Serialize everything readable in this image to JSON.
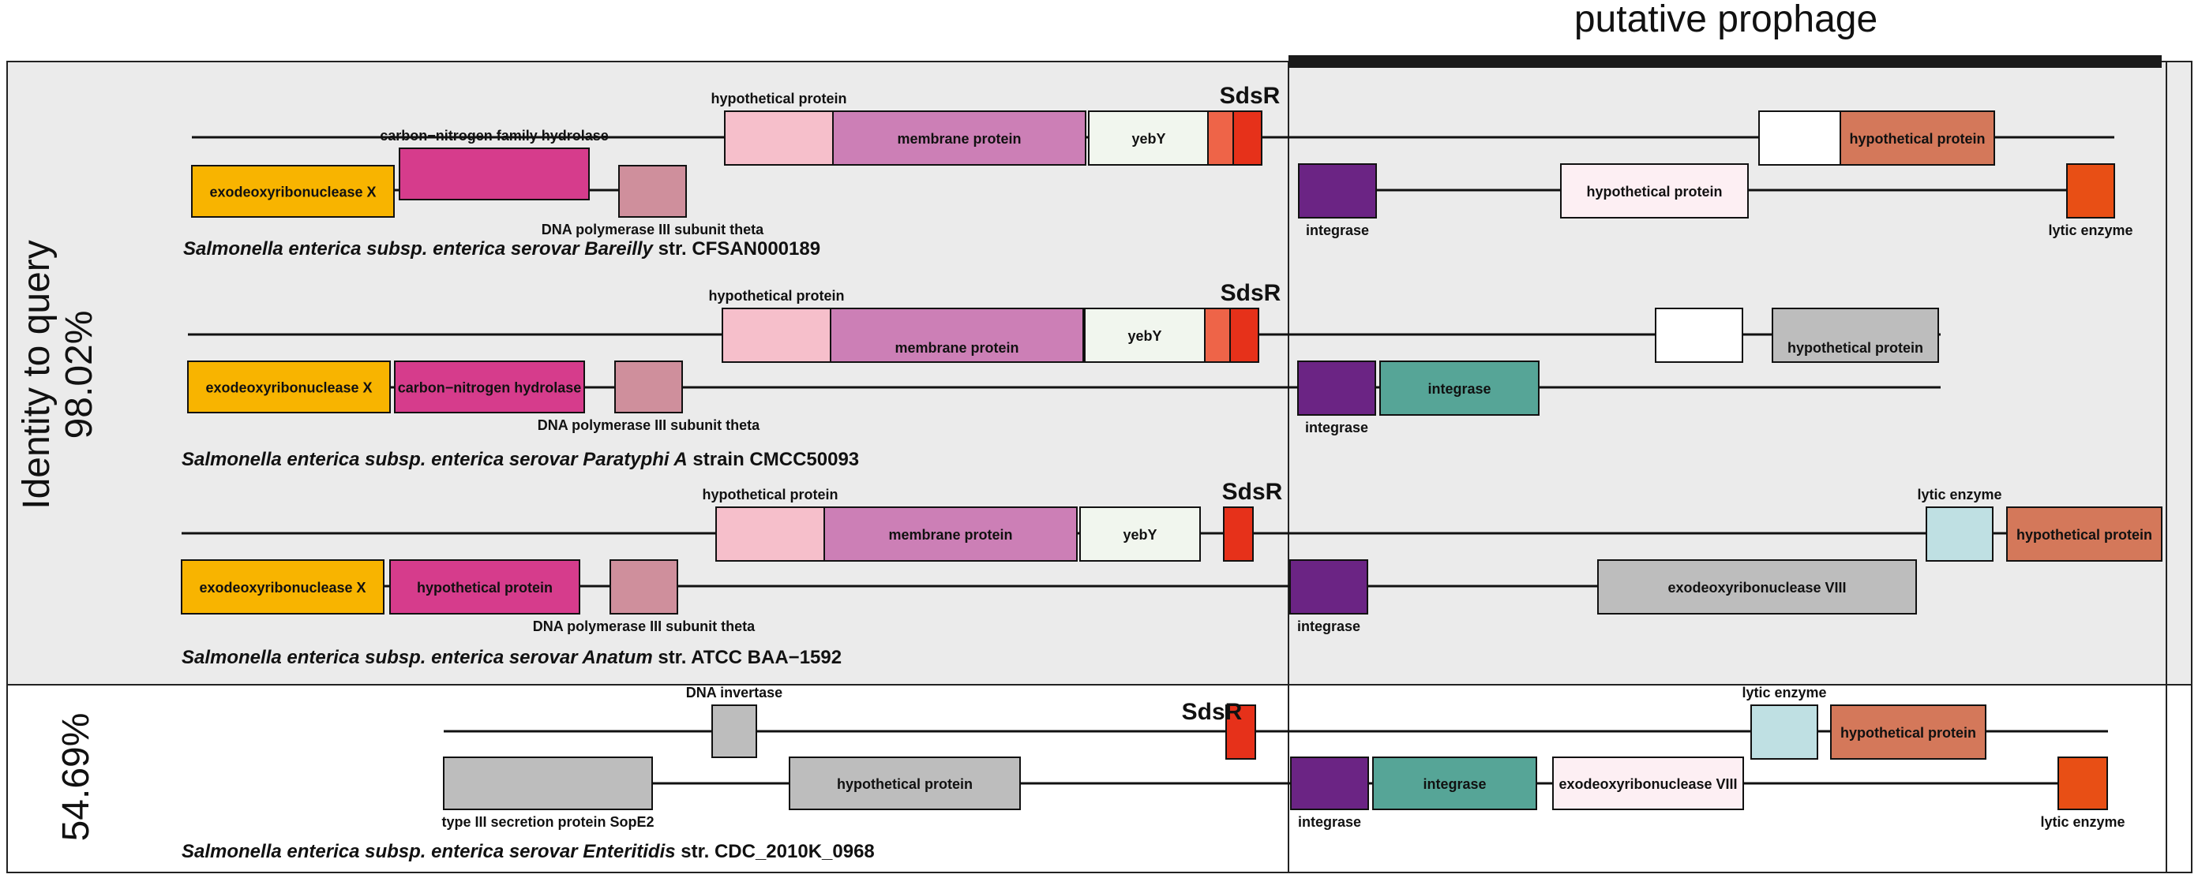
{
  "header": {
    "prophage_label": "putative prophage"
  },
  "panels": [
    {
      "id": "high",
      "identity_label": "Identity to query",
      "identity_value": "98.02%"
    },
    {
      "id": "low",
      "identity_value": "54.69%"
    }
  ],
  "colors": {
    "background_high": "#ebebeb",
    "prophage_bar": "#1a1a1a",
    "exodeoxyribonuclease_X": "#f8b400",
    "hydrolase": "#d63c8c",
    "dna_pol_theta": "#cf8f9c",
    "hypothetical_pink": "#f6bfcb",
    "membrane_protein": "#cc7fb6",
    "yebY": "#f1f6ee",
    "sdsR_light": "#ee6448",
    "sdsR_dark": "#e6311a",
    "integrase_purple": "#6b2484",
    "integrase_teal": "#56a597",
    "hypothetical_light": "#fdeff3",
    "hypothetical_white": "#ffffff",
    "hypothetical_orange": "#d4785a",
    "hypothetical_grey": "#bdbdbd",
    "lytic_orange": "#e84f15",
    "lytic_lightblue": "#bfe0e3",
    "grey_gene": "#bdbdbd"
  },
  "tracks": [
    {
      "species_italic": "Salmonella enterica subsp. enterica serovar Bareilly",
      "species_strain": " str. CFSAN000189",
      "sdsR_label": "SdsR",
      "genes": [
        {
          "name": "exodeoxyribonuclease X",
          "label_pos": "inside",
          "color_key": "exodeoxyribonuclease_X"
        },
        {
          "name": "carbon−nitrogen family hydrolase",
          "label_pos": "above",
          "color_key": "hydrolase"
        },
        {
          "name": "DNA polymerase III subunit theta",
          "label_pos": "below",
          "color_key": "dna_pol_theta"
        },
        {
          "name": "hypothetical protein",
          "label_pos": "above",
          "color_key": "hypothetical_pink"
        },
        {
          "name": "membrane protein",
          "label_pos": "inside",
          "color_key": "membrane_protein"
        },
        {
          "name": "yebY",
          "label_pos": "inside",
          "color_key": "yebY"
        },
        {
          "name": "integrase",
          "label_pos": "below",
          "color_key": "integrase_purple"
        },
        {
          "name": "hypothetical protein",
          "label_pos": "inside",
          "color_key": "hypothetical_light"
        },
        {
          "name": "hypothetical protein",
          "label_pos": "none",
          "color_key": "hypothetical_white"
        },
        {
          "name": "hypothetical protein",
          "label_pos": "inside",
          "color_key": "hypothetical_orange"
        },
        {
          "name": "lytic enzyme",
          "label_pos": "below",
          "color_key": "lytic_orange"
        }
      ]
    },
    {
      "species_italic": "Salmonella enterica subsp. enterica serovar Paratyphi A",
      "species_strain": " strain CMCC50093",
      "sdsR_label": "SdsR",
      "genes": [
        {
          "name": "exodeoxyribonuclease X",
          "label_pos": "inside",
          "color_key": "exodeoxyribonuclease_X"
        },
        {
          "name": "carbon−nitrogen hydrolase",
          "label_pos": "inside",
          "color_key": "hydrolase"
        },
        {
          "name": "DNA polymerase III subunit theta",
          "label_pos": "below",
          "color_key": "dna_pol_theta"
        },
        {
          "name": "hypothetical protein",
          "label_pos": "above",
          "color_key": "hypothetical_pink"
        },
        {
          "name": "membrane protein",
          "label_pos": "inside-low",
          "color_key": "membrane_protein"
        },
        {
          "name": "yebY",
          "label_pos": "inside",
          "color_key": "yebY"
        },
        {
          "name": "integrase",
          "label_pos": "below",
          "color_key": "integrase_purple"
        },
        {
          "name": "integrase",
          "label_pos": "inside",
          "color_key": "integrase_teal"
        },
        {
          "name": "hypothetical protein",
          "label_pos": "none",
          "color_key": "hypothetical_white"
        },
        {
          "name": "hypothetical protein",
          "label_pos": "inside-low",
          "color_key": "hypothetical_grey"
        }
      ]
    },
    {
      "species_italic": "Salmonella enterica subsp. enterica serovar Anatum",
      "species_strain": " str. ATCC BAA−1592",
      "sdsR_label": "SdsR",
      "genes": [
        {
          "name": "exodeoxyribonuclease X",
          "label_pos": "inside",
          "color_key": "exodeoxyribonuclease_X"
        },
        {
          "name": "hypothetical protein",
          "label_pos": "inside",
          "color_key": "hydrolase"
        },
        {
          "name": "DNA polymerase III subunit theta",
          "label_pos": "below",
          "color_key": "dna_pol_theta"
        },
        {
          "name": "hypothetical protein",
          "label_pos": "above",
          "color_key": "hypothetical_pink"
        },
        {
          "name": "membrane protein",
          "label_pos": "inside",
          "color_key": "membrane_protein"
        },
        {
          "name": "yebY",
          "label_pos": "inside",
          "color_key": "yebY"
        },
        {
          "name": "integrase",
          "label_pos": "below",
          "color_key": "integrase_purple"
        },
        {
          "name": "exodeoxyribonuclease VIII",
          "label_pos": "inside",
          "color_key": "grey_gene"
        },
        {
          "name": "lytic enzyme",
          "label_pos": "above",
          "color_key": "lytic_lightblue"
        },
        {
          "name": "hypothetical protein",
          "label_pos": "inside",
          "color_key": "hypothetical_orange"
        }
      ]
    },
    {
      "species_italic": "Salmonella enterica subsp. enterica serovar Enteritidis",
      "species_strain": " str. CDC_2010K_0968",
      "sdsR_label": "SdsR",
      "genes": [
        {
          "name": "type III secretion protein SopE2",
          "label_pos": "below",
          "color_key": "grey_gene"
        },
        {
          "name": "DNA invertase",
          "label_pos": "above",
          "color_key": "grey_gene"
        },
        {
          "name": "hypothetical protein",
          "label_pos": "inside",
          "color_key": "grey_gene"
        },
        {
          "name": "integrase",
          "label_pos": "below",
          "color_key": "integrase_purple"
        },
        {
          "name": "integrase",
          "label_pos": "inside",
          "color_key": "integrase_teal"
        },
        {
          "name": "exodeoxyribonuclease VIII",
          "label_pos": "inside",
          "color_key": "hypothetical_light"
        },
        {
          "name": "lytic enzyme",
          "label_pos": "above",
          "color_key": "lytic_lightblue"
        },
        {
          "name": "hypothetical protein",
          "label_pos": "inside",
          "color_key": "hypothetical_orange"
        },
        {
          "name": "lytic enzyme",
          "label_pos": "below",
          "color_key": "lytic_orange"
        }
      ]
    }
  ]
}
